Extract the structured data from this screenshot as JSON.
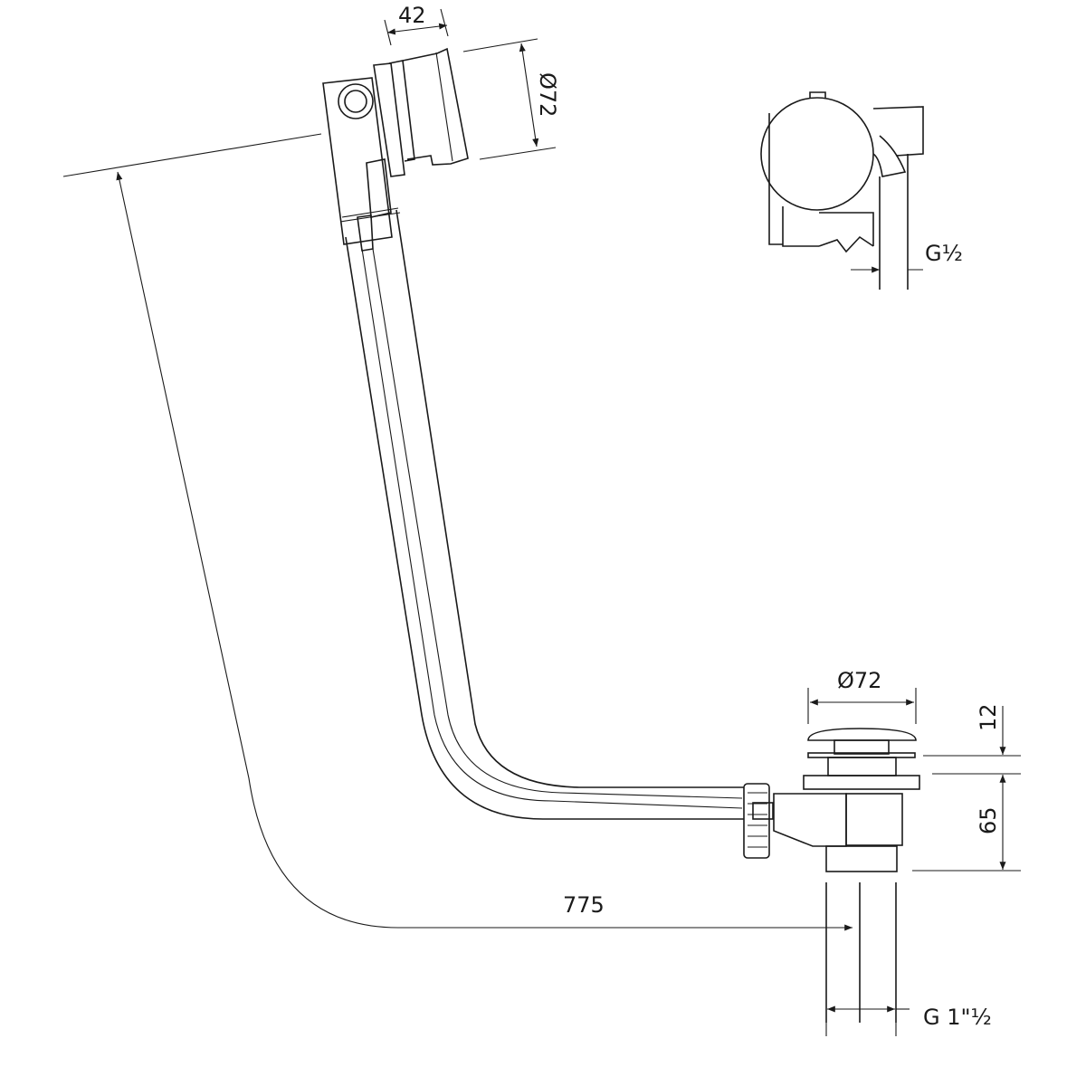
{
  "drawing": {
    "overflow_depth": "42",
    "overflow_diameter": "Ø72",
    "overflow_thread": "G½",
    "waste_diameter": "Ø72",
    "waste_cap_height": "12",
    "waste_body_height": "65",
    "total_length": "775",
    "waste_thread": "G 1\"½"
  },
  "colors": {
    "line": "#1a1a1a",
    "background": "#ffffff"
  }
}
